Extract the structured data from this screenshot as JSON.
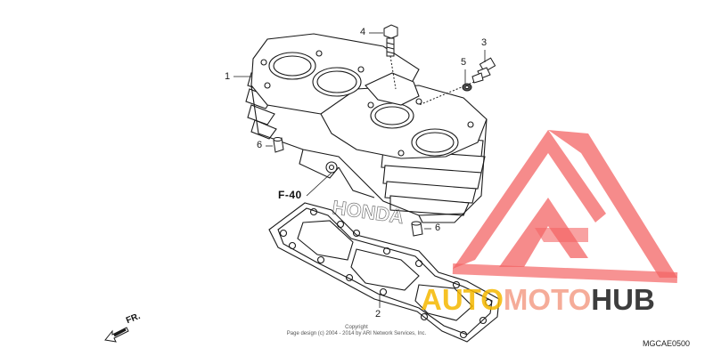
{
  "diagram": {
    "callouts": [
      {
        "id": "1",
        "label": "1"
      },
      {
        "id": "2",
        "label": "2"
      },
      {
        "id": "3",
        "label": "3"
      },
      {
        "id": "4",
        "label": "4"
      },
      {
        "id": "5",
        "label": "5"
      },
      {
        "id": "6a",
        "label": "6"
      },
      {
        "id": "6b",
        "label": "6"
      }
    ],
    "reference": "F-40",
    "direction_label": "FR.",
    "copyright_line1": "Copyright",
    "copyright_line2": "Page design (c) 2004 - 2014 by ARI Network Services, Inc.",
    "diagram_code": "MGCAE0500",
    "stamp_text": "HONDA"
  },
  "watermark": {
    "part1": "AUTO",
    "part2": "MOTO",
    "part3": "HUB",
    "colors": {
      "triangle": "#f24a4a",
      "auto": "#f5b800",
      "moto": "#f5a48f",
      "hub": "#3d3d3d"
    }
  }
}
